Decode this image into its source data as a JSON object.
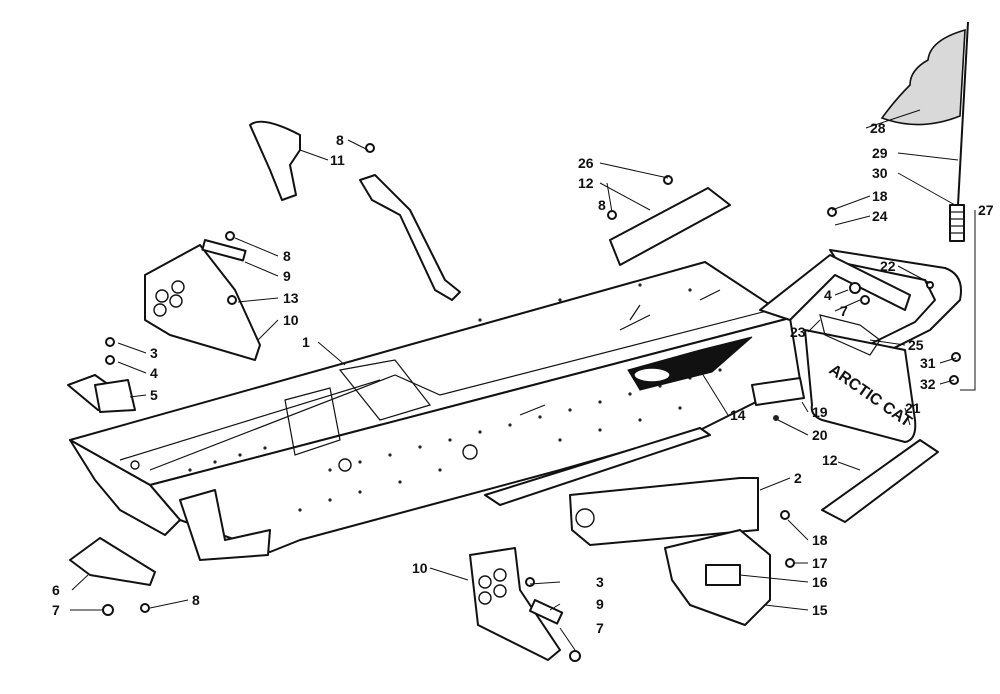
{
  "diagram": {
    "decal_text": "ARCTIC CAT",
    "callouts": {
      "c1": "1",
      "c2": "2",
      "c3a": "3",
      "c3b": "3",
      "c4a": "4",
      "c4b": "4",
      "c5": "5",
      "c6": "6",
      "c7a": "7",
      "c7b": "7",
      "c7c": "7",
      "c8a": "8",
      "c8b": "8",
      "c8c": "8",
      "c8d": "8",
      "c9a": "9",
      "c9b": "9",
      "c10a": "10",
      "c10b": "10",
      "c11": "11",
      "c12a": "12",
      "c12b": "12",
      "c13": "13",
      "c14": "14",
      "c15": "15",
      "c16": "16",
      "c17": "17",
      "c18a": "18",
      "c18b": "18",
      "c19": "19",
      "c20": "20",
      "c21": "21",
      "c22": "22",
      "c23": "23",
      "c24": "24",
      "c25": "25",
      "c26": "26",
      "c27": "27",
      "c28": "28",
      "c29": "29",
      "c30": "30",
      "c31": "31",
      "c32": "32"
    }
  }
}
